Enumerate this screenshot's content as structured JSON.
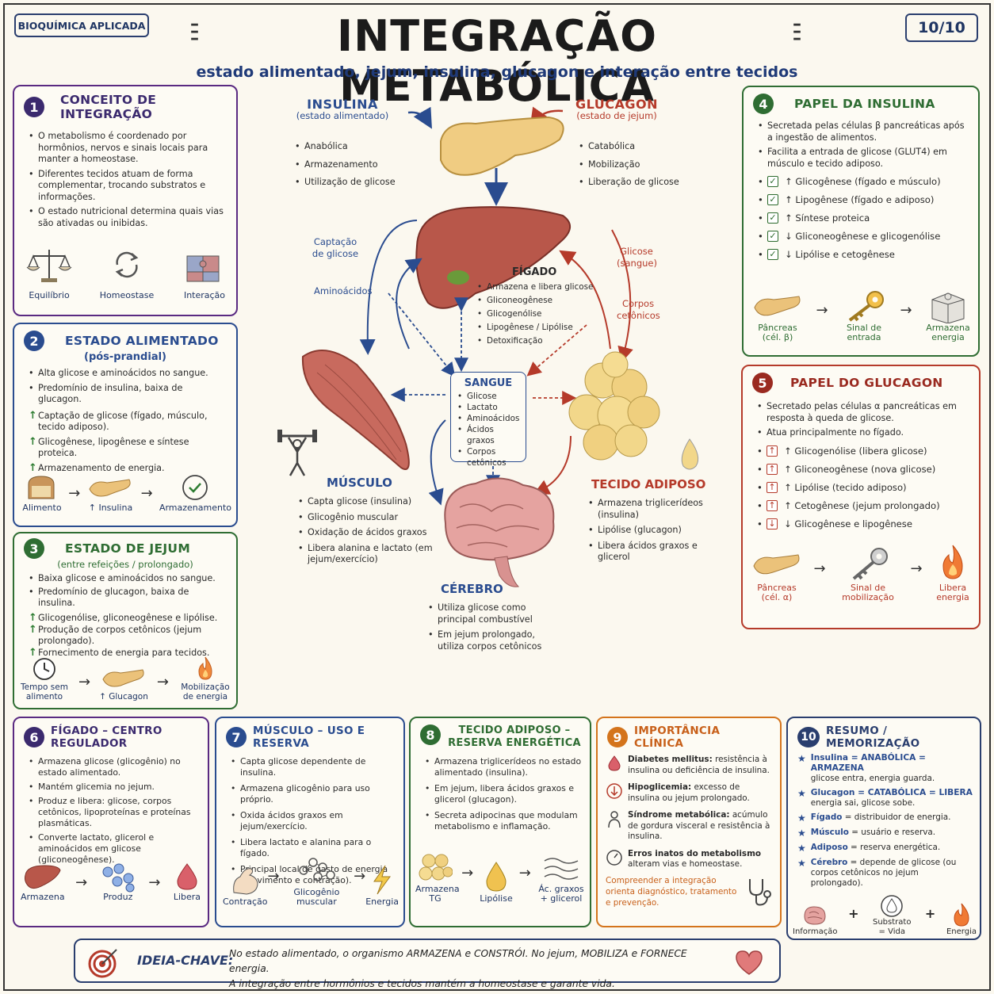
{
  "header": {
    "tag": "BIOQUÍMICA APLICADA",
    "title": "INTEGRAÇÃO METABÓLICA",
    "subtitle": "estado alimentado, jejum, insulina, glucagon e interação entre tecidos",
    "page": "10/10"
  },
  "colors": {
    "blue": "#2a4c8f",
    "red": "#b53a2a",
    "green": "#2f6d33",
    "purple": "#5a2a82",
    "orange": "#d4741c",
    "navy": "#2a3e6e"
  },
  "box1": {
    "num": "1",
    "title": "CONCEITO DE INTEGRAÇÃO",
    "items": [
      "O metabolismo é coordenado por hormônios, nervos e sinais locais para manter a homeostase.",
      "Diferentes tecidos atuam de forma complementar, trocando substratos e informações.",
      "O estado nutricional determina quais vias são ativadas ou inibidas."
    ],
    "icons": [
      "Equilíbrio",
      "Homeostase",
      "Interação"
    ]
  },
  "box2": {
    "num": "2",
    "title": "ESTADO ALIMENTADO",
    "subtitle": "(pós-prandial)",
    "items": [
      "Alta glicose e aminoácidos no sangue.",
      "Predomínio de insulina, baixa de glucagon."
    ],
    "arrows": [
      "Captação de glicose (fígado, músculo, tecido adiposo).",
      "Glicogênese, lipogênese e síntese proteica.",
      "Armazenamento de energia."
    ],
    "icons": [
      "Alimento",
      "↑ Insulina",
      "Armazenamento"
    ]
  },
  "box3": {
    "num": "3",
    "title": "ESTADO DE JEJUM",
    "subtitle": "(entre refeições / prolongado)",
    "items": [
      "Baixa glicose e aminoácidos no sangue.",
      "Predomínio de glucagon, baixa de insulina."
    ],
    "arrows": [
      "Glicogenólise, gliconeogênese e lipólise.",
      "Produção de corpos cetônicos (jejum prolongado).",
      "Fornecimento de energia para tecidos."
    ],
    "icons": [
      "Tempo sem alimento",
      "↑ Glucagon",
      "Mobilização de energia"
    ]
  },
  "box4": {
    "num": "4",
    "title": "PAPEL DA INSULINA",
    "items": [
      "Secretada pelas células β pancreáticas após a ingestão de alimentos.",
      "Facilita a entrada de glicose (GLUT4) em músculo e tecido adiposo."
    ],
    "checks": [
      "↑  Glicogênese (fígado e músculo)",
      "↑  Lipogênese (fígado e adiposo)",
      "↑  Síntese proteica",
      "↓  Gliconeogênese e glicogenólise",
      "↓  Lipólise e cetogênese"
    ],
    "icons": [
      "Pâncreas (cél. β)",
      "Sinal de entrada",
      "Armazena energia"
    ]
  },
  "box5": {
    "num": "5",
    "title": "PAPEL DO GLUCAGON",
    "items": [
      "Secretado pelas células α pancreáticas em resposta à queda de glicose.",
      "Atua principalmente no fígado."
    ],
    "checks": [
      "↑  Glicogenólise (libera glicose)",
      "↑  Gliconeogênese (nova glicose)",
      "↑  Lipólise (tecido adiposo)",
      "↑  Cetogênese (jejum prolongado)",
      "↓  Glicogênese e lipogênese"
    ],
    "icons": [
      "Pâncreas (cél. α)",
      "Sinal de mobilização",
      "Libera energia"
    ]
  },
  "box6": {
    "num": "6",
    "title": "FÍGADO – CENTRO REGULADOR",
    "items": [
      "Armazena glicose (glicogênio) no estado alimentado.",
      "Mantém glicemia no jejum.",
      "Produz e libera: glicose, corpos cetônicos, lipoproteínas e proteínas plasmáticas.",
      "Converte lactato, glicerol e aminoácidos em glicose (gliconeogênese)."
    ],
    "icons": [
      "Armazena",
      "Produz",
      "Libera"
    ]
  },
  "box7": {
    "num": "7",
    "title": "MÚSCULO – USO E RESERVA",
    "items": [
      "Capta glicose dependente de insulina.",
      "Armazena glicogênio para uso próprio.",
      "Oxida ácidos graxos em jejum/exercício.",
      "Libera lactato e alanina para o fígado.",
      "Principal local de gasto de energia (movimento e contração)."
    ],
    "icons": [
      "Contração",
      "Glicogênio muscular",
      "Energia"
    ]
  },
  "box8": {
    "num": "8",
    "title": "TECIDO ADIPOSO – RESERVA ENERGÉTICA",
    "items": [
      "Armazena triglicerídeos no estado alimentado (insulina).",
      "Em jejum, libera ácidos graxos e glicerol (glucagon).",
      "Secreta adipocinas que modulam metabolismo e inflamação."
    ],
    "icons": [
      "Armazena TG",
      "Lipólise",
      "Ác. graxos + glicerol"
    ]
  },
  "box9": {
    "num": "9",
    "title": "IMPORTÂNCIA CLÍNICA",
    "items": [
      {
        "b": "Diabetes mellitus:",
        "t": " resistência à insulina ou deficiência de insulina."
      },
      {
        "b": "Hipoglicemia:",
        "t": " excesso de insulina ou jejum prolongado."
      },
      {
        "b": "Síndrome metabólica:",
        "t": " acúmulo de gordura visceral e resistência à insulina."
      },
      {
        "b": "Erros inatos do metabolismo",
        "t": " alteram vias e homeostase."
      }
    ],
    "note": "Compreender a integração orienta diagnóstico, tratamento e prevenção."
  },
  "box10": {
    "num": "10",
    "title": "RESUMO / MEMORIZAÇÃO",
    "items": [
      {
        "b": "Insulina = ANABÓLICA = ARMAZENA",
        "t": "glicose entra, energia guarda."
      },
      {
        "b": "Glucagon = CATABÓLICA = LIBERA",
        "t": "energia sai, glicose sobe."
      },
      {
        "b": "Fígado",
        "t": " = distribuidor de energia."
      },
      {
        "b": "Músculo",
        "t": " = usuário e reserva."
      },
      {
        "b": "Adiposo",
        "t": " = reserva energética."
      },
      {
        "b": "Cérebro",
        "t": " = depende de glicose (ou corpos cetônicos no jejum prolongado)."
      }
    ],
    "icons": [
      "Informação",
      "Substrato = Vida",
      "Energia"
    ],
    "plus": "+"
  },
  "center": {
    "insulina": {
      "title": "INSULINA",
      "sub": "(estado alimentado)",
      "items": [
        "Anabólica",
        "Armazenamento",
        "Utilização de glicose"
      ]
    },
    "glucagon": {
      "title": "GLUCAGON",
      "sub": "(estado de jejum)",
      "items": [
        "Catabólica",
        "Mobilização",
        "Liberação de glicose"
      ]
    },
    "figado": {
      "title": "FÍGADO",
      "items": [
        "Armazena e libera glicose",
        "Gliconeogênese",
        "Glicogenólise",
        "Lipogênese / Lipólise",
        "Detoxificação"
      ]
    },
    "sangue": {
      "title": "SANGUE",
      "items": [
        "Glicose",
        "Lactato",
        "Aminoácidos",
        "Ácidos graxos",
        "Corpos cetônicos"
      ]
    },
    "musculo": {
      "title": "MÚSCULO",
      "items": [
        "Capta glicose (insulina)",
        "Glicogênio muscular",
        "Oxidação de ácidos graxos",
        "Libera alanina e lactato (em jejum/exercício)"
      ]
    },
    "adiposo": {
      "title": "TECIDO ADIPOSO",
      "items": [
        "Armazena triglicerídeos (insulina)",
        "Lipólise (glucagon)",
        "Libera ácidos graxos e glicerol"
      ]
    },
    "cerebro": {
      "title": "CÉREBRO",
      "items": [
        "Utiliza glicose como principal combustível",
        "Em jejum prolongado, utiliza corpos cetônicos"
      ]
    },
    "labels": {
      "captacao": "Captação de glicose",
      "aminoacidos": "Aminoácidos",
      "glicose_sangue": "Glicose (sangue)",
      "corpos": "Corpos cetônicos"
    }
  },
  "ideia": {
    "label": "IDEIA-CHAVE:",
    "line1": "No estado alimentado, o organismo ARMAZENA e CONSTRÓI. No jejum, MOBILIZA e FORNECE energia.",
    "line2": "A integração entre hormônios e tecidos mantém a homeostase e garante vida."
  }
}
